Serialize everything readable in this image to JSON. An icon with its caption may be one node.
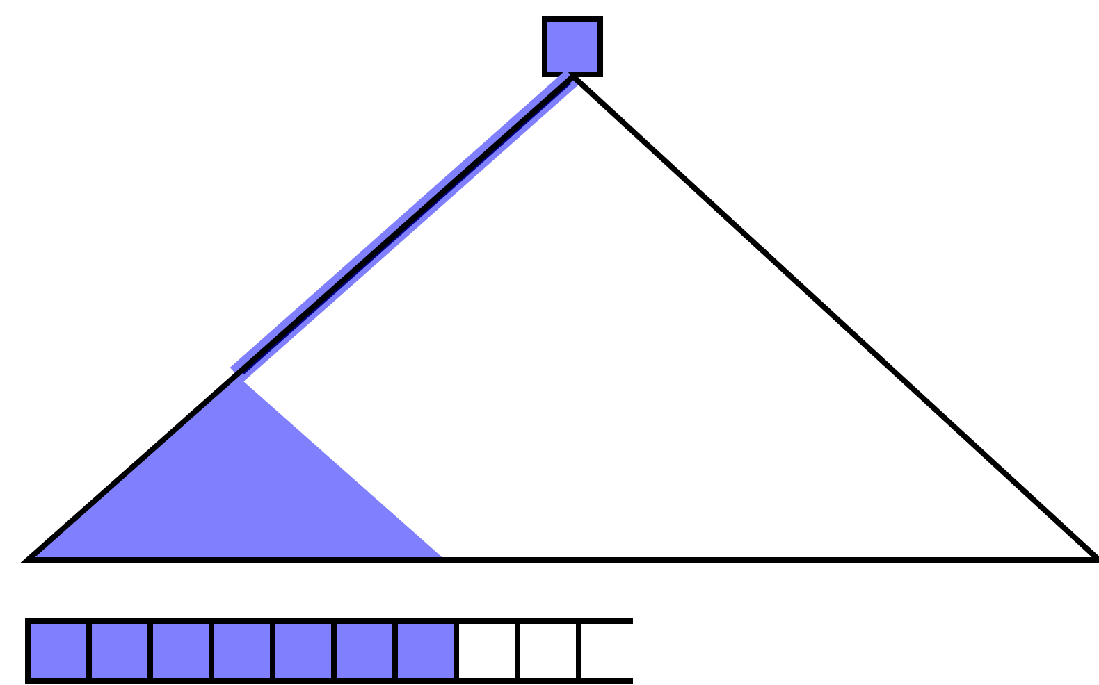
{
  "diagram": {
    "nodes": [
      {
        "text": [],
        "shape": "box"
      },
      {
        "text": [],
        "shape": "triangle"
      }
    ],
    "edges": [
      {
        "from": 0,
        "to": 1,
        "arrow": "none",
        "color": "#8080ff"
      }
    ]
  }
}
